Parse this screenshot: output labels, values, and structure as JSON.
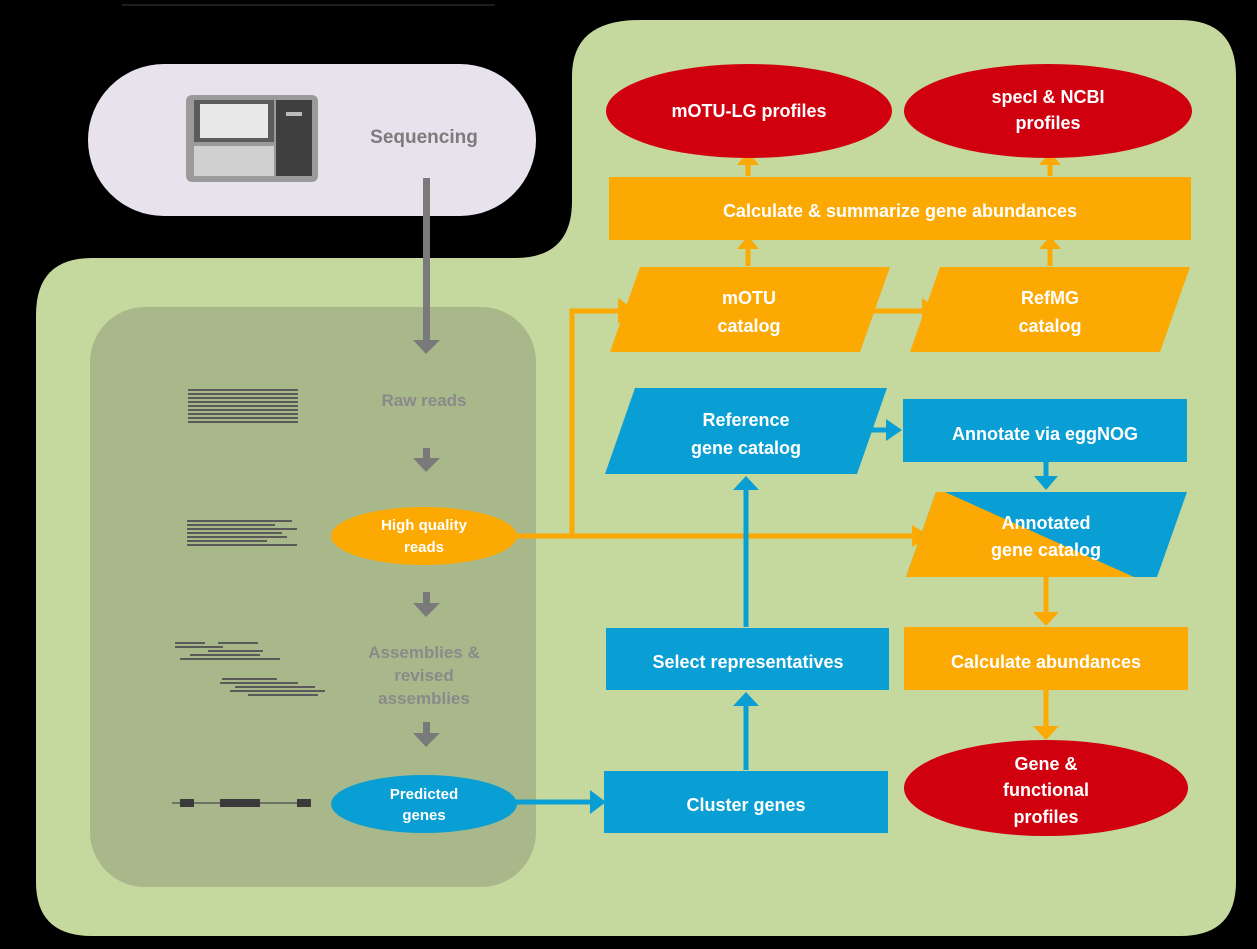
{
  "colors": {
    "background": "#000000",
    "panel_green": "#c5d89e",
    "inner_panel": "#a9b88a",
    "sequencing_box": "#e7e2ec",
    "orange": "#fca903",
    "blue": "#0a9fd4",
    "red": "#d0000e",
    "gray_arrow": "#7a7a7a",
    "gray_text": "#8a8a8a"
  },
  "sequencing": {
    "label": "Sequencing",
    "image": "sequencer-machine-photo"
  },
  "pipeline": {
    "raw_reads": "Raw reads",
    "high_quality_reads": [
      "High quality",
      "reads"
    ],
    "assemblies": [
      "Assemblies &",
      "revised",
      "assemblies"
    ],
    "predicted_genes": [
      "Predicted",
      "genes"
    ]
  },
  "nodes": {
    "motu_lg_profiles": [
      "mOTU-LG profiles"
    ],
    "speci_ncbi_profiles": [
      "specI & NCBI",
      "profiles"
    ],
    "calc_summarize": [
      "Calculate & summarize gene abundances"
    ],
    "motu_catalog": [
      "mOTU",
      "catalog"
    ],
    "refmg_catalog": [
      "RefMG",
      "catalog"
    ],
    "reference_gene_catalog": [
      "Reference",
      "gene catalog"
    ],
    "annotate_eggnog": [
      "Annotate via eggNOG"
    ],
    "annotated_gene_catalog": [
      "Annotated",
      "gene catalog"
    ],
    "select_representatives": [
      "Select representatives"
    ],
    "calculate_abundances": [
      "Calculate abundances"
    ],
    "cluster_genes": [
      "Cluster genes"
    ],
    "gene_functional_profiles": [
      "Gene &",
      "functional",
      "profiles"
    ]
  }
}
